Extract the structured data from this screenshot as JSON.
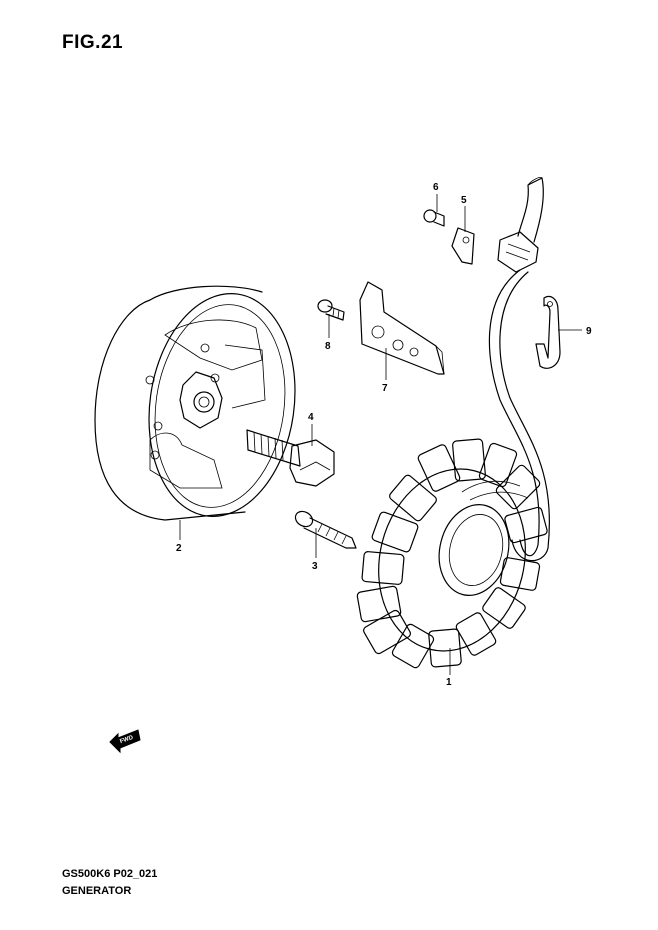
{
  "figure": {
    "title": "FIG.21",
    "code": "GS500K6 P02_021",
    "name": "GENERATOR",
    "direction_label": "FWD"
  },
  "parts": [
    {
      "id": "part-1",
      "label": "1"
    },
    {
      "id": "part-2",
      "label": "2"
    },
    {
      "id": "part-3",
      "label": "3"
    },
    {
      "id": "part-4",
      "label": "4"
    },
    {
      "id": "part-5",
      "label": "5"
    },
    {
      "id": "part-6",
      "label": "6"
    },
    {
      "id": "part-7",
      "label": "7"
    },
    {
      "id": "part-8",
      "label": "8"
    },
    {
      "id": "part-9",
      "label": "9"
    }
  ]
}
